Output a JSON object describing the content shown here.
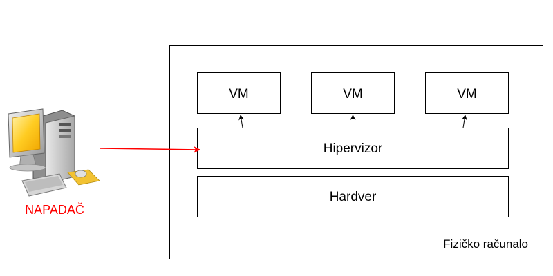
{
  "attacker": {
    "label": "NAPADAČ",
    "icon": "desktop-computer-icon",
    "label_color": "#ff0000"
  },
  "physical_machine": {
    "label": "Fizičko računalo"
  },
  "vms": [
    {
      "label": "VM"
    },
    {
      "label": "VM"
    },
    {
      "label": "VM"
    }
  ],
  "hypervisor": {
    "label": "Hipervizor"
  },
  "hardware": {
    "label": "Hardver"
  },
  "colors": {
    "attack_arrow": "#ff0000",
    "stroke": "#000000"
  }
}
